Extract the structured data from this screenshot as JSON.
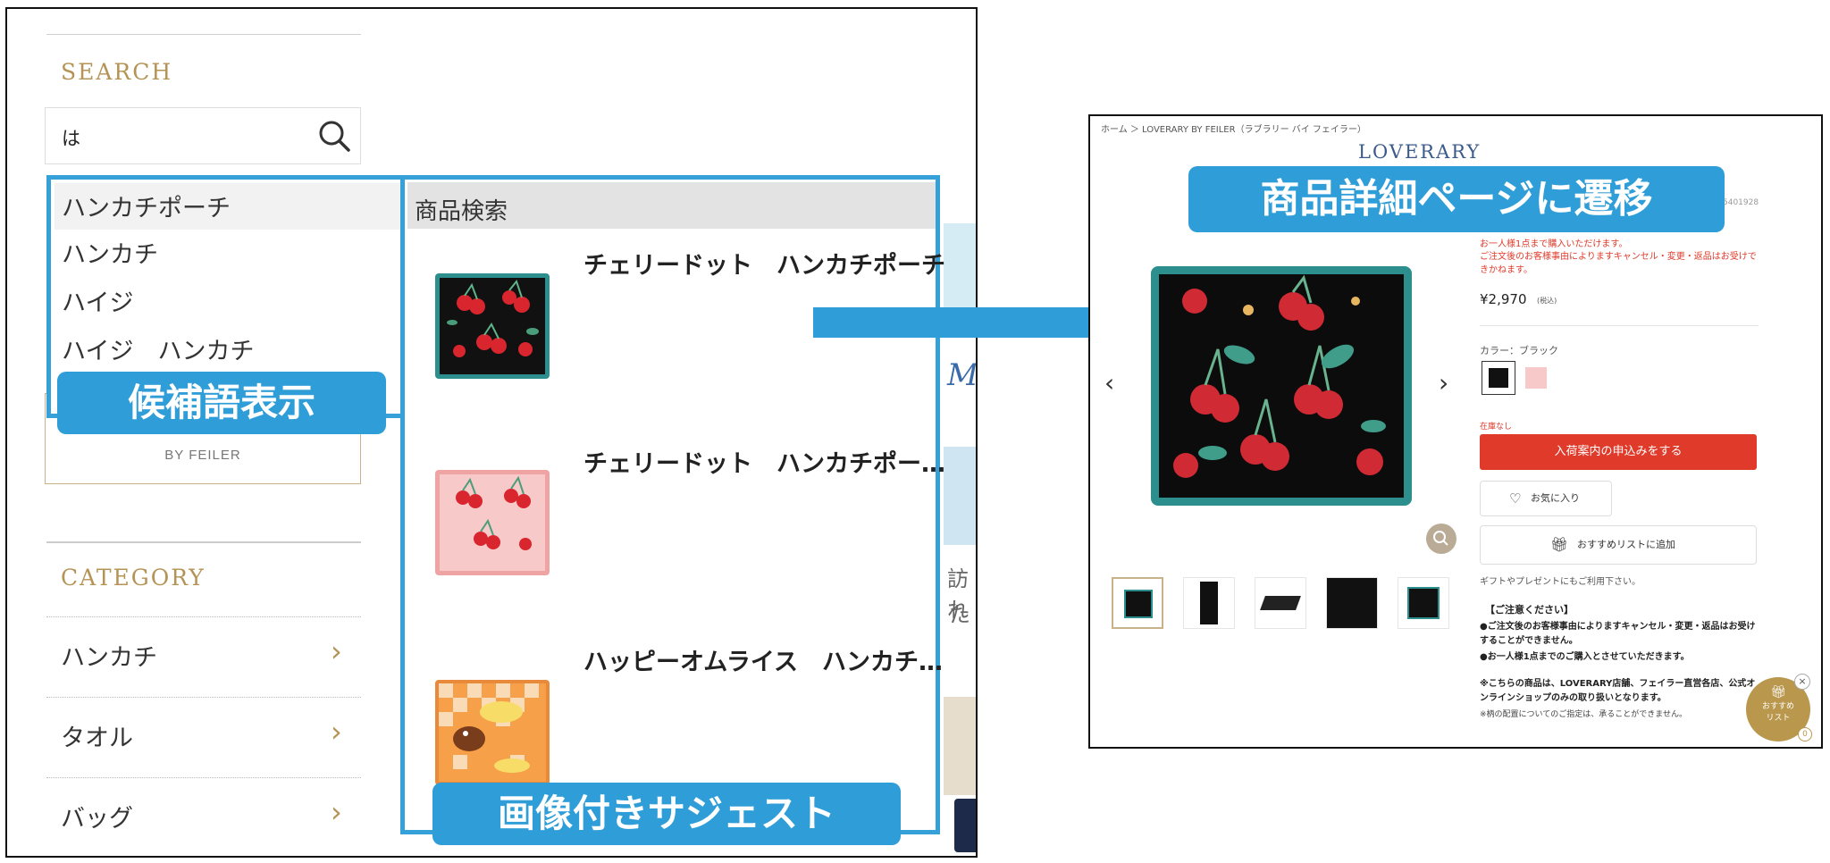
{
  "left_screen": {
    "search": {
      "heading": "SEARCH",
      "query": "は"
    },
    "brand_box": {
      "by_text": "BY FEILER"
    },
    "suggestions": [
      "ハンカチポーチ",
      "ハンカチ",
      "ハイジ",
      "ハイジ　ハンカチ"
    ],
    "product_search": {
      "header": "商品検索",
      "products": [
        {
          "name": "チェリードット　ハンカチポーチ"
        },
        {
          "name": "チェリードット　ハンカチポー…"
        },
        {
          "name": "ハッピーオムライス　ハンカチ…"
        }
      ]
    },
    "category": {
      "heading": "CATEGORY",
      "items": [
        "ハンカチ",
        "タオル",
        "バッグ"
      ]
    },
    "bg_strip_text": [
      "訪れ",
      "た"
    ]
  },
  "callouts": {
    "candidates": "候補語表示",
    "image_suggest": "画像付きサジェスト",
    "detail_page": "商品詳細ページに遷移"
  },
  "right_screen": {
    "breadcrumb": "ホーム ＞ LOVERARY BY FEILER（ラブラリー バイ フェイラー）",
    "logo": "LOVERARY",
    "partial_code": "5401928",
    "notice_1": "お一人様1点まで購入いただけます。",
    "notice_2": "ご注文後のお客様事由によりますキャンセル・変更・返品はお受けできかねます。",
    "price": "¥2,970",
    "tax": "(税込)",
    "color_label": "カラー：ブラック",
    "stock_status": "在庫なし",
    "restock_button": "入荷案内の申込みをする",
    "favorite_button": "お気に入り",
    "recommend_button": "おすすめリストに追加",
    "gift_note": "ギフトやプレゼントにもご利用下さい。",
    "caution_title": "【ご注意ください】",
    "caution_1": "●ご注文後のお客様事由によりますキャンセル・変更・返品はお受けすることができません。",
    "caution_2": "●お一人様1点までのご購入とさせていただきます。",
    "caution_3": "※こちらの商品は、LOVERARY店舗、フェイラー直営各店、公式オンラインショップのみの取り扱いとなります。",
    "caution_4": "※柄の配置についてのご指定は、承ることができません。",
    "floating": {
      "label_1": "おすすめ",
      "label_2": "リスト",
      "count": "0",
      "close": "×"
    }
  },
  "colors": {
    "callout_blue": "#2f9ed8",
    "gold": "#b49355",
    "red_button": "#e03a2a",
    "teal": "#2c8f8e"
  }
}
